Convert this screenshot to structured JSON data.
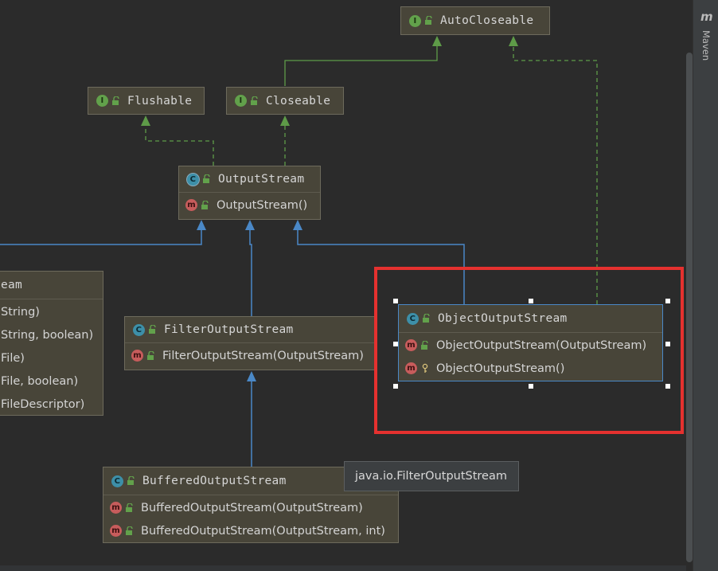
{
  "diagram": {
    "nodes": {
      "autocloseable": {
        "name": "AutoCloseable",
        "kind": "interface"
      },
      "flushable": {
        "name": "Flushable",
        "kind": "interface"
      },
      "closeable": {
        "name": "Closeable",
        "kind": "interface"
      },
      "outputstream": {
        "name": "OutputStream",
        "kind": "abstract-class",
        "members": [
          "OutputStream()"
        ]
      },
      "fileoutputstream": {
        "name": "eam",
        "kind": "class",
        "members": [
          "String)",
          "String, boolean)",
          "File)",
          "File, boolean)",
          "FileDescriptor)"
        ]
      },
      "filteroutputstream": {
        "name": "FilterOutputStream",
        "kind": "class",
        "members": [
          "FilterOutputStream(OutputStream)"
        ]
      },
      "objectoutputstream": {
        "name": "ObjectOutputStream",
        "kind": "class",
        "selected": true,
        "members": [
          "ObjectOutputStream(OutputStream)",
          "ObjectOutputStream()"
        ]
      },
      "bufferedoutputstream": {
        "name": "BufferedOutputStream",
        "kind": "class",
        "members": [
          "BufferedOutputStream(OutputStream)",
          "BufferedOutputStream(OutputStream, int)"
        ]
      }
    },
    "badges": {
      "interface": "I",
      "class": "C",
      "method": "m"
    },
    "tooltip": "java.io.FilterOutputStream"
  },
  "sidebar": {
    "maven_icon": "m",
    "maven_label": "Maven"
  },
  "colors": {
    "background": "#2b2b2b",
    "node_fill": "#484539",
    "implements_edge": "#5e9b48",
    "extends_edge": "#4a88c7",
    "highlight": "#e5312f"
  }
}
